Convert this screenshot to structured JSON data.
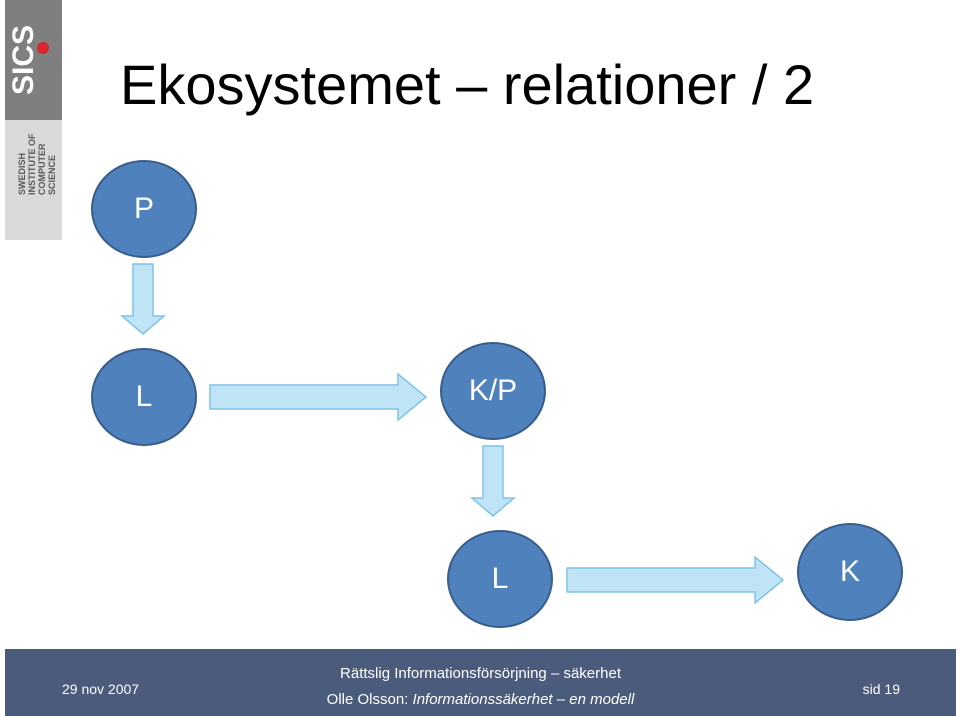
{
  "header": {
    "title": "Ekosystemet – relationer / 2",
    "logo": {
      "brand": "SICS",
      "text_lines": [
        "SWEDISH",
        "INSTITUTE OF",
        "COMPUTER",
        "SCIENCE"
      ],
      "icon": "sics-logo"
    }
  },
  "diagram": {
    "nodes": [
      {
        "id": "p",
        "label": "P"
      },
      {
        "id": "l1",
        "label": "L"
      },
      {
        "id": "kp",
        "label": "K/P"
      },
      {
        "id": "l2",
        "label": "L"
      },
      {
        "id": "k",
        "label": "K"
      }
    ],
    "edges": [
      {
        "from": "p",
        "to": "l1"
      },
      {
        "from": "l1",
        "to": "kp"
      },
      {
        "from": "kp",
        "to": "l2"
      },
      {
        "from": "l2",
        "to": "k"
      }
    ],
    "colors": {
      "node_fill": "#4f81bd",
      "arrow_fill": "#bfe4f6",
      "arrow_stroke": "#7fc3e6"
    }
  },
  "footer": {
    "date": "29 nov 2007",
    "line1": "Rättslig Informationsförsörjning – säkerhet",
    "line2_author": "Olle Olsson:",
    "line2_title": "Informationssäkerhet – en modell",
    "page": "sid 19"
  }
}
